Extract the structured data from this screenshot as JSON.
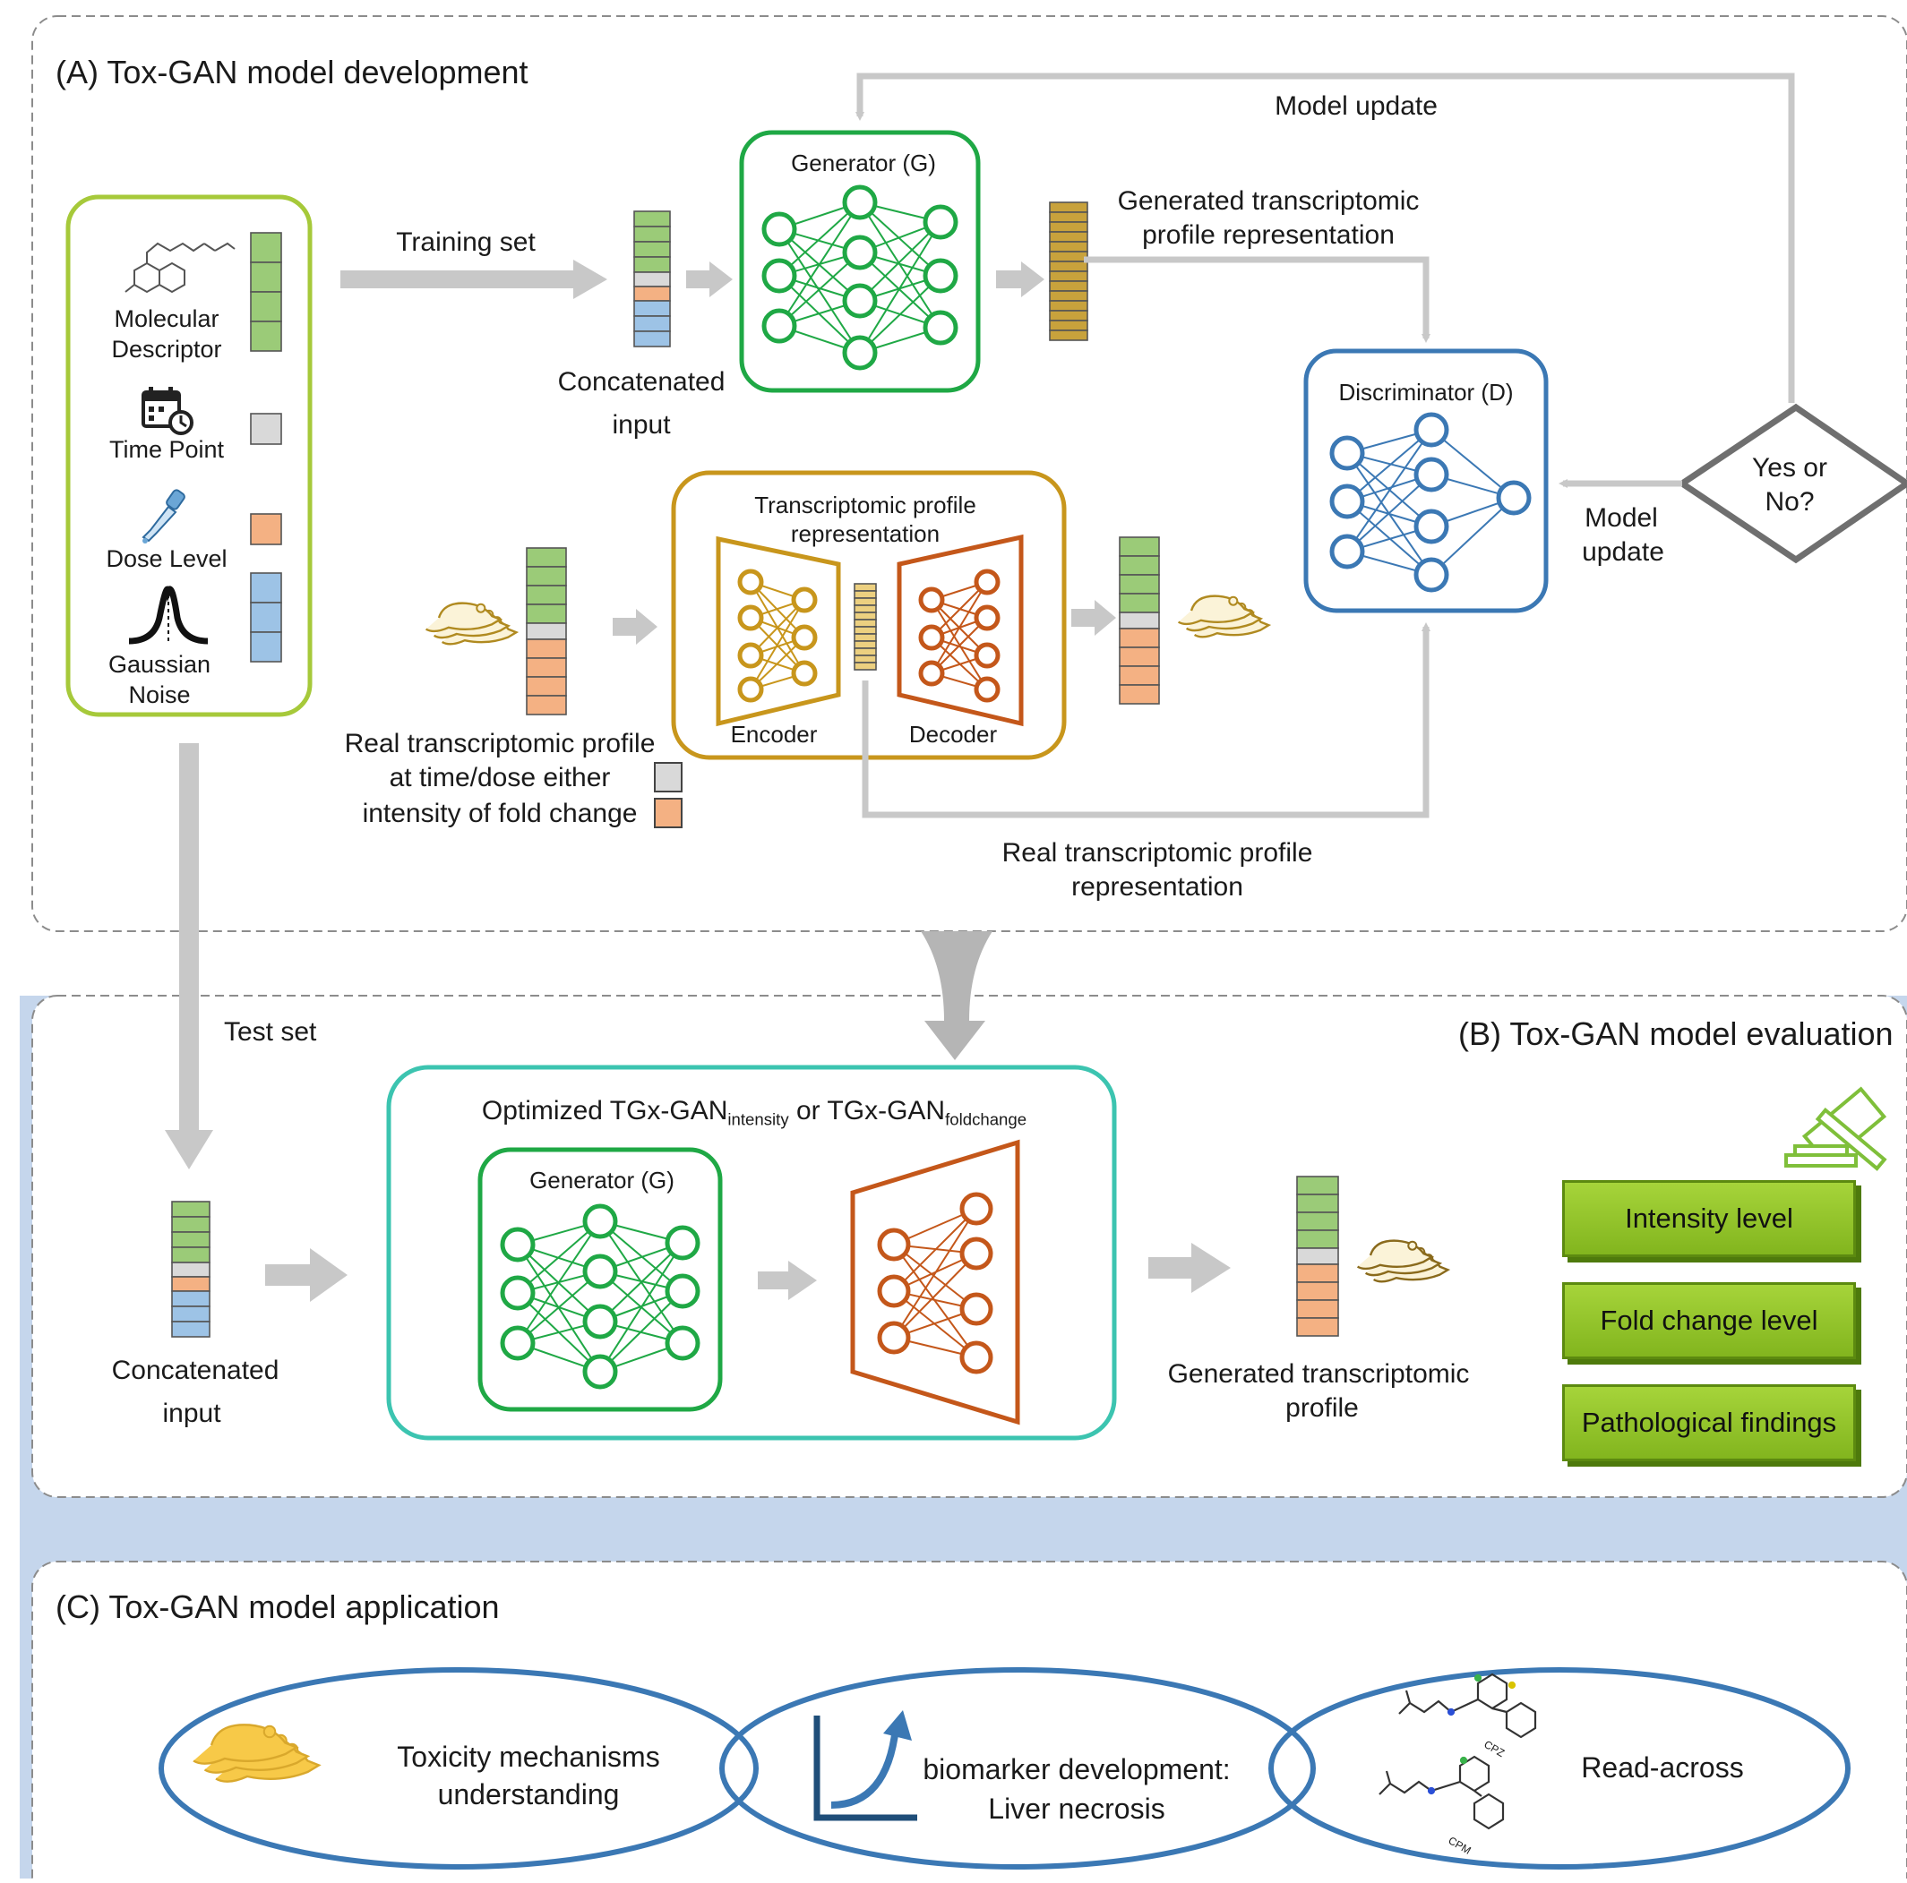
{
  "panels": {
    "a_title": "(A) Tox-GAN model development",
    "b_title": "(B) Tox-GAN model evaluation",
    "c_title": "(C) Tox-GAN model application"
  },
  "inputs": {
    "molecular_descriptor": [
      "Molecular",
      "Descriptor"
    ],
    "time_point": "Time Point",
    "dose_level": "Dose Level",
    "gaussian_noise": [
      "Gaussian",
      "Noise"
    ]
  },
  "panel_a": {
    "training_set": "Training set",
    "concatenated_input": [
      "Concatenated",
      "input"
    ],
    "generator": "Generator (G)",
    "generated_profile_rep": [
      "Generated transcriptomic",
      "profile representation"
    ],
    "model_update_top": "Model update",
    "discriminator": "Discriminator (D)",
    "yes_or_no": [
      "Yes or",
      "No?"
    ],
    "model_update_side": [
      "Model",
      "update"
    ],
    "autoencoder_title": [
      "Transcriptomic profile",
      "representation"
    ],
    "encoder": "Encoder",
    "decoder": "Decoder",
    "real_profile_legend": [
      "Real transcriptomic profile",
      "at time/dose either",
      "intensity of fold change"
    ],
    "real_profile_rep": [
      "Real transcriptomic profile",
      "representation"
    ]
  },
  "panel_b": {
    "test_set": "Test set",
    "optimized_prefix": "Optimized TGx-GAN",
    "optimized_sub1": "intensity",
    "optimized_mid": " or TGx-GAN",
    "optimized_sub2": "foldchange",
    "generator": "Generator (G)",
    "concatenated_input": [
      "Concatenated",
      "input"
    ],
    "generated_profile": [
      "Generated transcriptomic",
      "profile"
    ],
    "evaluations": [
      "Intensity level",
      "Fold change level",
      "Pathological findings"
    ]
  },
  "panel_c": {
    "toxicity": [
      "Toxicity mechanisms",
      "understanding"
    ],
    "biomarker": [
      "biomarker development:",
      "Liver necrosis"
    ],
    "read_across": "Read-across",
    "drug1": "CPZ",
    "drug2": "CPM"
  },
  "colors": {
    "green": "#9bcb78",
    "gray": "#d9d9d9",
    "orange": "#f4b183",
    "blue": "#9dc3e6",
    "gen_green": "#1fa845",
    "disc_blue": "#3b78b4",
    "ae_gold": "#c8961c",
    "dec_orange": "#c4571a",
    "lime": "#a6c93a",
    "teal": "#3cc4b0",
    "band": "#c5d6ec",
    "arrow": "#c8c8c8"
  }
}
